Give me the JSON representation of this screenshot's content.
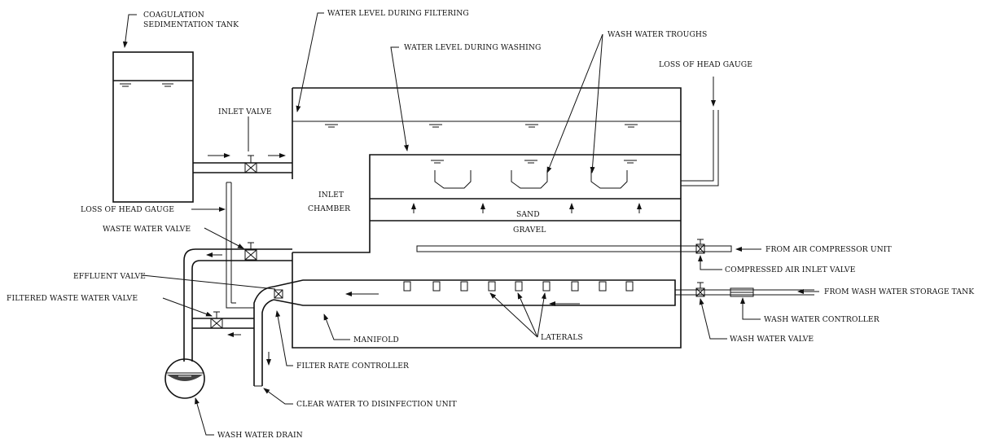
{
  "labels": {
    "coag_line1": "COAGULATION",
    "coag_line2": "SEDIMENTATION TANK",
    "water_level_filtering": "WATER LEVEL DURING FILTERING",
    "water_level_washing": "WATER LEVEL DURING WASHING",
    "wash_water_troughs": "WASH WATER TROUGHS",
    "loss_of_head_gauge_right": "LOSS OF HEAD GAUGE",
    "inlet_valve": "INLET VALVE",
    "inlet_chamber_line1": "INLET",
    "inlet_chamber_line2": "CHAMBER",
    "sand": "SAND",
    "gravel": "GRAVEL",
    "loss_of_head_gauge_left": "LOSS OF HEAD GAUGE",
    "waste_water_valve": "WASTE WATER VALVE",
    "from_air_compressor": "FROM AIR COMPRESSOR UNIT",
    "compressed_air_inlet_valve": "COMPRESSED AIR INLET VALVE",
    "effluent_valve": "EFFLUENT VALVE",
    "from_wash_water_storage": "FROM WASH WATER STORAGE TANK",
    "filtered_waste_water_valve": "FILTERED WASTE WATER VALVE",
    "wash_water_controller": "WASH WATER CONTROLLER",
    "manifold": "MANIFOLD",
    "laterals": "LATERALS",
    "wash_water_valve": "WASH WATER VALVE",
    "filter_rate_controller": "FILTER RATE CONTROLLER",
    "clear_water": "CLEAR WATER TO DISINFECTION UNIT",
    "wash_water_drain": "WASH WATER DRAIN"
  }
}
